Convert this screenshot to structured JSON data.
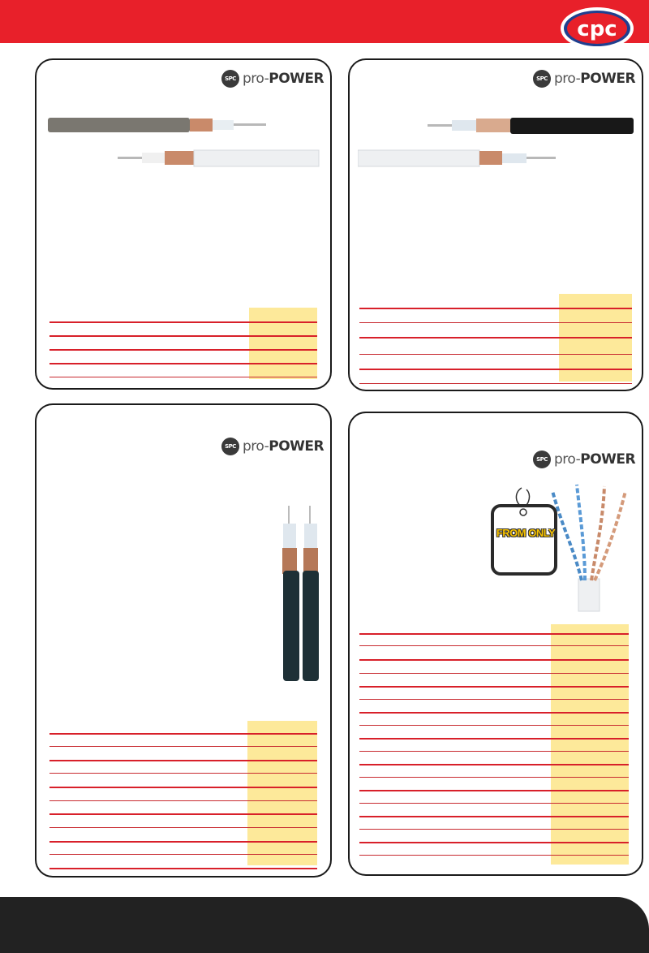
{
  "header": {
    "logo_text": "cpc",
    "brand_color": "#e8202a"
  },
  "brand": {
    "badge": "SPC",
    "name_light": "pro-",
    "name_bold": "POWER"
  },
  "panels": [
    {
      "id": "coax-grey-white"
    },
    {
      "id": "coax-black-white"
    },
    {
      "id": "twin-coax"
    },
    {
      "id": "data-cable",
      "tag_label": "FROM ONLY"
    }
  ],
  "colors": {
    "price_column": "#fde99a",
    "rule": "#d8202a",
    "footer": "#222222"
  },
  "icons": [
    "cpc-logo-icon",
    "spc-badge-icon",
    "price-tag-icon"
  ]
}
